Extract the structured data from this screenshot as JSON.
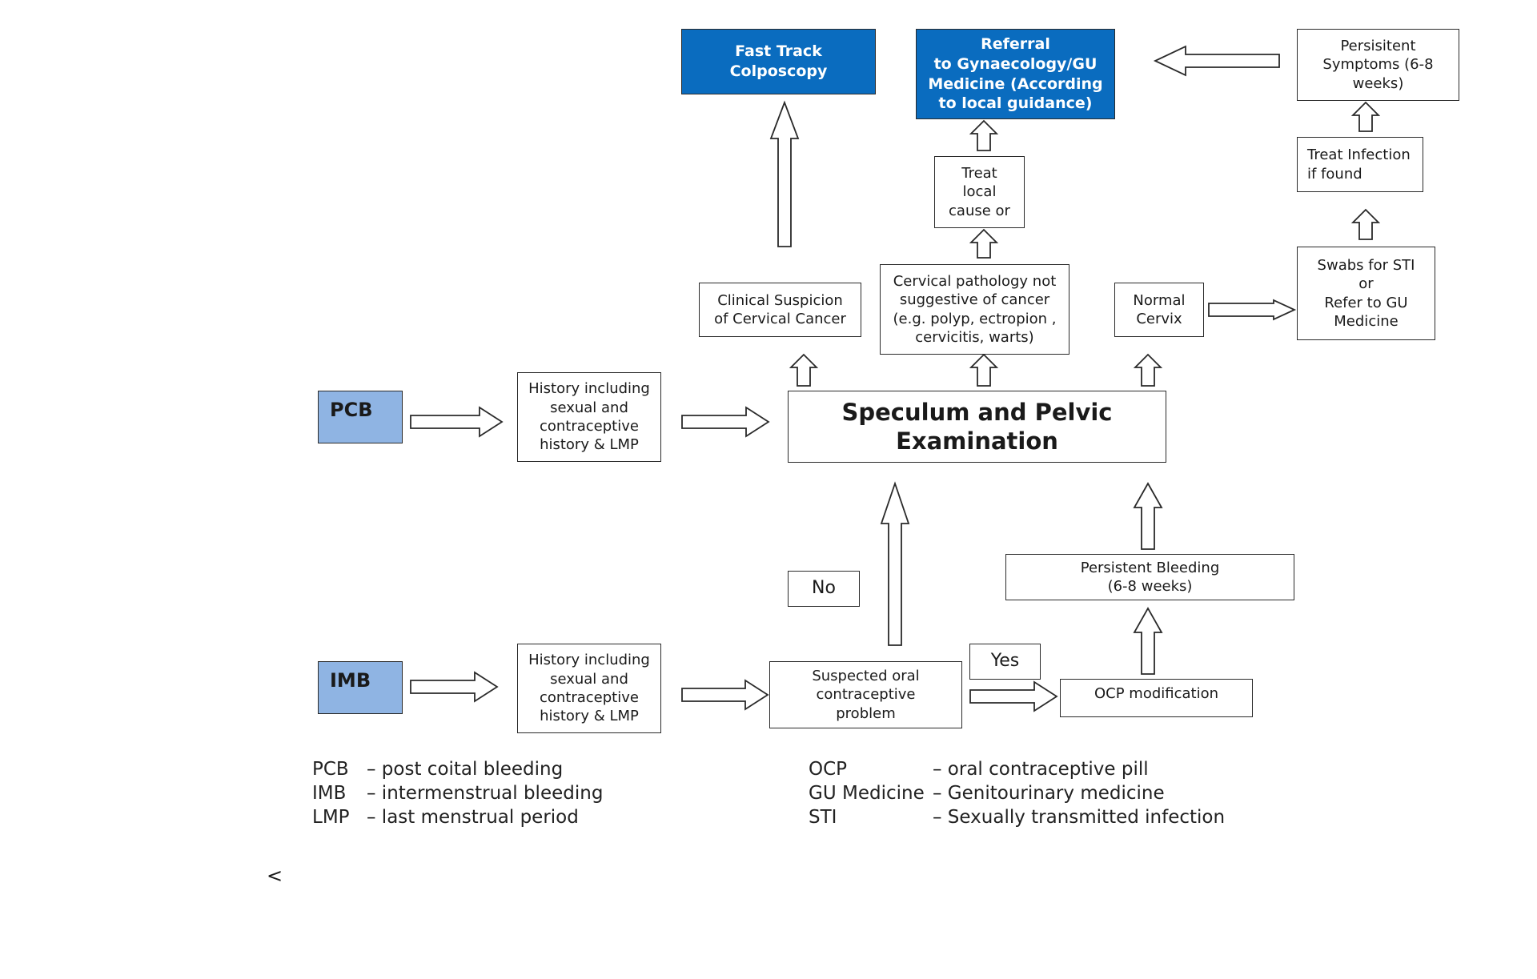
{
  "nodes": {
    "fast_track": "Fast Track\nColposcopy",
    "referral": "Referral\nto Gynaecology/GU\nMedicine (According\nto local guidance)",
    "persistent_symptoms": "Persisitent\nSymptoms (6-8\nweeks)",
    "treat_infection": "Treat Infection\nif found",
    "treat_local": "Treat\nlocal\ncause  or",
    "clinical_suspicion": "Clinical Suspicion\nof Cervical Cancer",
    "cervical_pathology": "Cervical pathology not\nsuggestive of cancer\n(e.g. polyp, ectropion ,\ncervicitis, warts)",
    "normal_cervix": "Normal\nCervix",
    "swabs": "Swabs for STI\nor\nRefer to GU\nMedicine",
    "pcb": "PCB",
    "history_pcb": "History including\nsexual and\ncontraceptive\nhistory & LMP",
    "speculum": "Speculum and Pelvic\nExamination",
    "no": "No",
    "persistent_bleeding": "Persistent Bleeding\n(6-8 weeks)",
    "imb": "IMB",
    "history_imb": "History including\nsexual and\ncontraceptive\nhistory & LMP",
    "suspected_ocp": "Suspected oral\ncontraceptive\nproblem",
    "yes": "Yes",
    "ocp_mod": "OCP modification"
  },
  "legend_left": [
    {
      "abbr": "PCB",
      "def": "– post coital bleeding"
    },
    {
      "abbr": "IMB",
      "def": "– intermenstrual bleeding"
    },
    {
      "abbr": "LMP",
      "def": "– last menstrual period"
    }
  ],
  "legend_right": [
    {
      "abbr": "OCP",
      "def": "– oral contraceptive pill"
    },
    {
      "abbr": "GU Medicine",
      "def": "– Genitourinary medicine"
    },
    {
      "abbr": "STI",
      "def": "– Sexually transmitted infection"
    }
  ],
  "stray_mark": "<",
  "colors": {
    "dark_blue": "#0a6cbf",
    "light_blue": "#8fb4e3",
    "stroke": "#2a2a2a"
  }
}
